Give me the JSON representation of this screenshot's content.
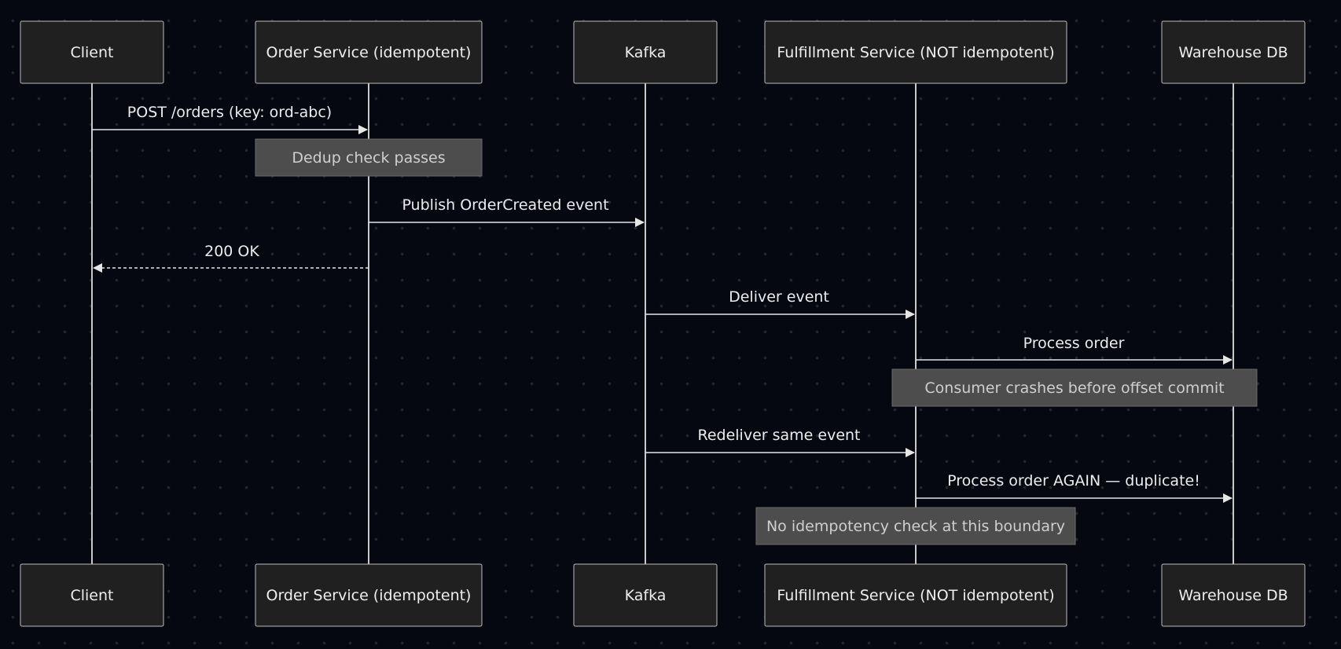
{
  "participants": [
    {
      "id": "client",
      "label": "Client"
    },
    {
      "id": "order",
      "label": "Order Service (idempotent)"
    },
    {
      "id": "kafka",
      "label": "Kafka"
    },
    {
      "id": "fulfill",
      "label": "Fulfillment Service (NOT idempotent)"
    },
    {
      "id": "wh",
      "label": "Warehouse DB"
    }
  ],
  "messages": [
    {
      "from": "client",
      "to": "order",
      "label": "POST /orders (key: ord-abc)",
      "style": "solid"
    },
    {
      "from": "order",
      "to": "kafka",
      "label": "Publish OrderCreated event",
      "style": "solid"
    },
    {
      "from": "order",
      "to": "client",
      "label": "200 OK",
      "style": "dashed"
    },
    {
      "from": "kafka",
      "to": "fulfill",
      "label": "Deliver event",
      "style": "solid"
    },
    {
      "from": "fulfill",
      "to": "wh",
      "label": "Process order",
      "style": "solid"
    },
    {
      "from": "kafka",
      "to": "fulfill",
      "label": "Redeliver same event",
      "style": "solid"
    },
    {
      "from": "fulfill",
      "to": "wh",
      "label": "Process order AGAIN — duplicate!",
      "style": "solid"
    }
  ],
  "notes": [
    {
      "label": "Dedup check passes",
      "over": [
        "order"
      ]
    },
    {
      "label": "Consumer crashes before offset commit",
      "over": [
        "fulfill",
        "wh"
      ]
    },
    {
      "label": "No idempotency check at this boundary",
      "over": [
        "fulfill"
      ]
    }
  ],
  "colors": {
    "background": "#050810",
    "actor_fill": "#202020",
    "actor_border": "#bcbcbc",
    "line": "#e6e6e6",
    "note_fill": "#4d4d4d"
  }
}
